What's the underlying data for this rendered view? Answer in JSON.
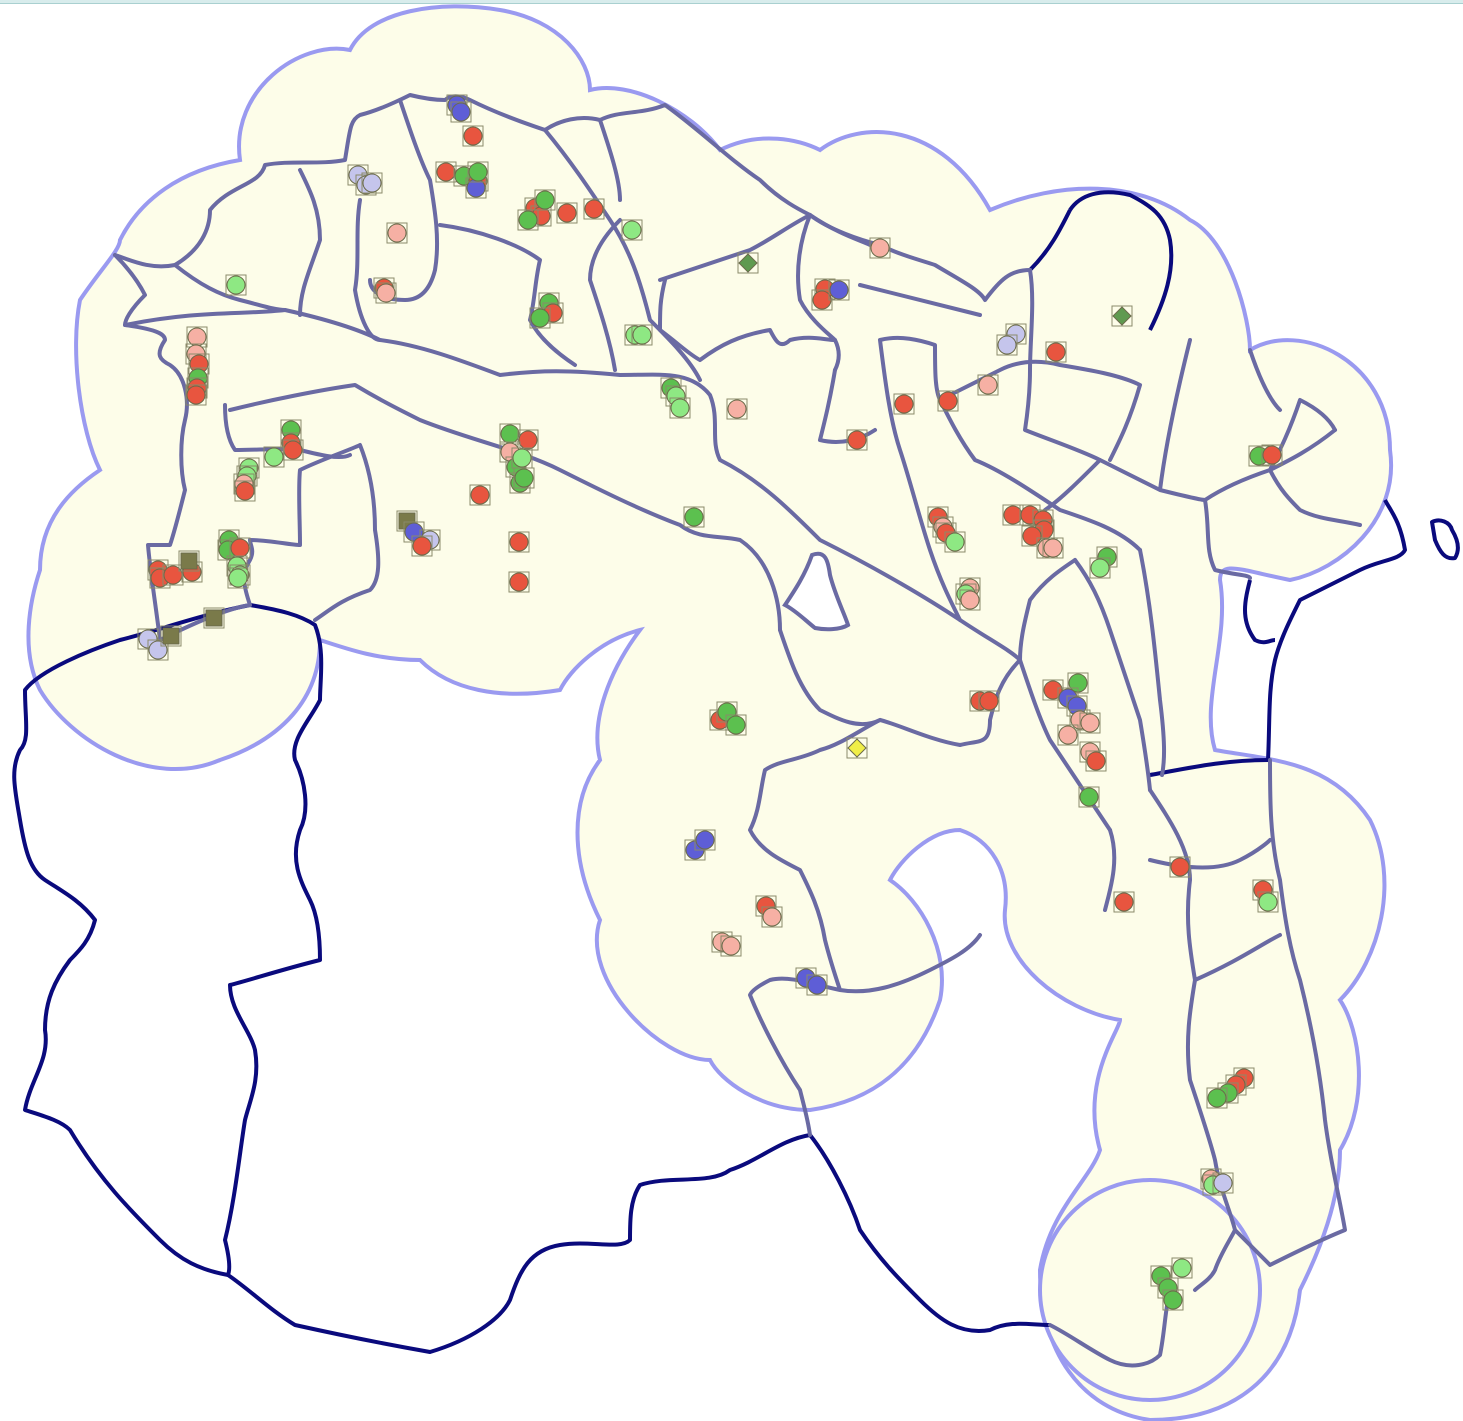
{
  "map": {
    "colors": {
      "background": "#ffffff",
      "buffer_fill": "#fdfde9",
      "buffer_edge": "#9a9af0",
      "outer_boundary": "#0a0a7d",
      "district_boundary": "#6a6aa3"
    },
    "point_categories": [
      {
        "key": "red",
        "color": "#e8553f"
      },
      {
        "key": "green",
        "color": "#5cc04f"
      },
      {
        "key": "light-green",
        "color": "#8ee883"
      },
      {
        "key": "salmon",
        "color": "#f6b0a4"
      },
      {
        "key": "blue",
        "color": "#5e5ed6"
      },
      {
        "key": "lavender",
        "color": "#c5c5ec"
      },
      {
        "key": "olive-square",
        "color": "#7a7a4a"
      },
      {
        "key": "green-diamond",
        "color": "#5f9a50"
      },
      {
        "key": "yellow-diamond",
        "color": "#f0ee48"
      }
    ]
  }
}
